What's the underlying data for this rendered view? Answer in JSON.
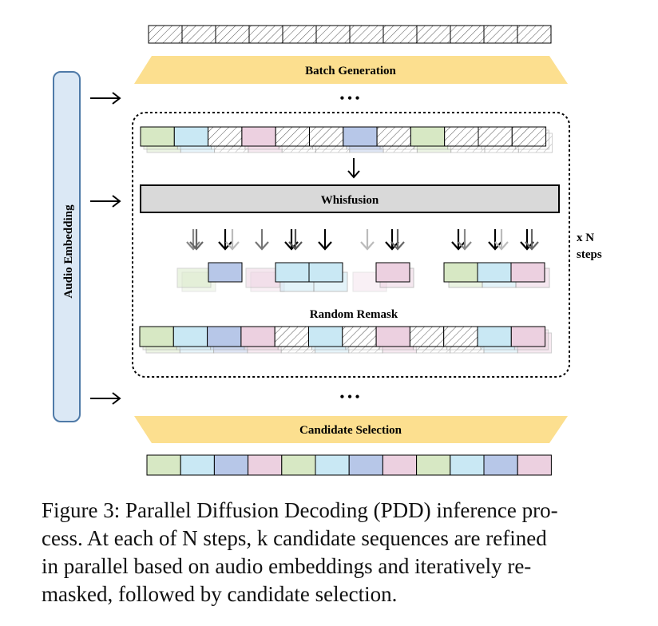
{
  "labels": {
    "batch_generation": "Batch Generation",
    "whisfusion": "Whisfusion",
    "random_remask": "Random Remask",
    "candidate_selection": "Candidate Selection",
    "audio_embedding": "Audio Embedding",
    "steps_line1": "x N",
    "steps_line2": "steps",
    "ellipsis": "• • •"
  },
  "caption": {
    "line1": "Figure 3: Parallel Diffusion Decoding (PDD) inference pro-",
    "line2": "cess. At each of N steps, k candidate sequences are refined",
    "line3": "in parallel based on audio embeddings and iteratively re-",
    "line4": "masked, followed by candidate selection."
  },
  "colors": {
    "green": "#d7e8c4",
    "cyan": "#c9e8f4",
    "blue": "#b7c7e8",
    "pink": "#ecd0e0",
    "banner": "#fcdf8f",
    "model": "#d9d9d9",
    "audio_bar": "#dbe8f5",
    "audio_border": "#4f7aa8"
  },
  "rows": {
    "top": [
      "h",
      "h",
      "h",
      "h",
      "h",
      "h",
      "h",
      "h",
      "h",
      "h",
      "h",
      "h"
    ],
    "input": [
      "green",
      "cyan",
      "h",
      "pink",
      "h",
      "h",
      "blue",
      "h",
      "green",
      "h",
      "h",
      "h"
    ],
    "remask": [
      "green",
      "cyan",
      "blue",
      "pink",
      "h",
      "cyan",
      "h",
      "pink",
      "h",
      "h",
      "cyan",
      "pink"
    ],
    "output": [
      "green",
      "cyan",
      "blue",
      "pink",
      "green",
      "cyan",
      "blue",
      "pink",
      "green",
      "cyan",
      "blue",
      "pink"
    ]
  }
}
